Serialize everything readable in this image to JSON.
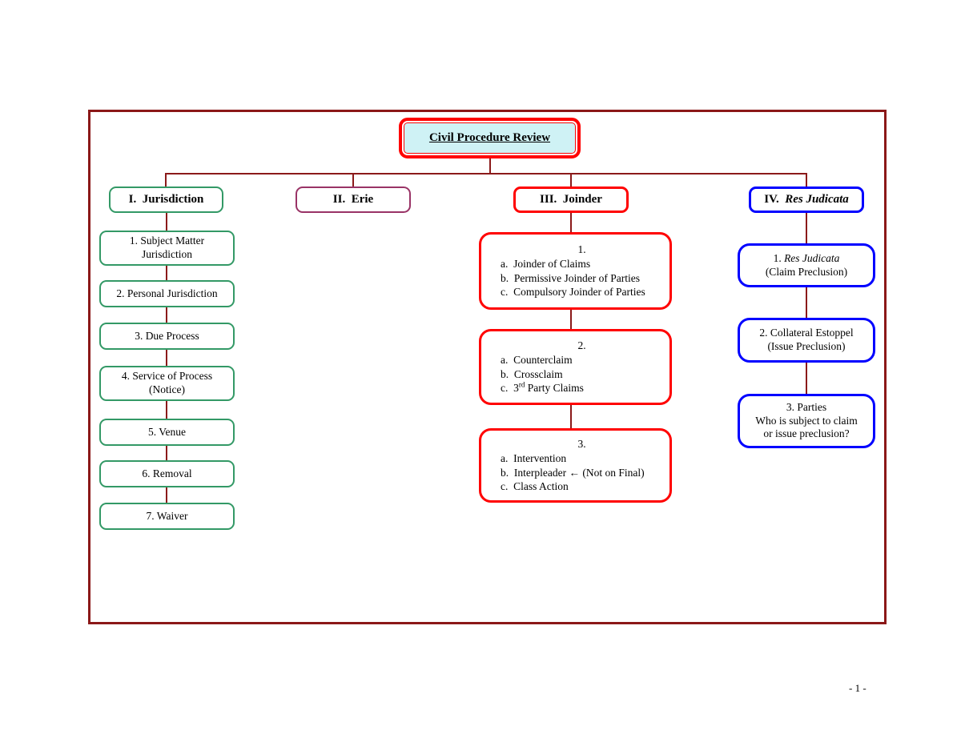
{
  "page": {
    "number_label": "- 1 -"
  },
  "title": {
    "label": "Civil Procedure Review",
    "fill_color": "#CCF2F5",
    "border_color": "#FF0000"
  },
  "connectors": {
    "color": "#8B1A1A"
  },
  "columns": {
    "jurisdiction": {
      "header": "I.  Jurisdiction",
      "border_color": "#339966",
      "items": [
        {
          "lines": [
            "1. Subject Matter",
            "Jurisdiction"
          ]
        },
        {
          "lines": [
            "2. Personal Jurisdiction"
          ]
        },
        {
          "lines": [
            "3. Due Process"
          ]
        },
        {
          "lines": [
            "4. Service of Process",
            "(Notice)"
          ]
        },
        {
          "lines": [
            "5. Venue"
          ]
        },
        {
          "lines": [
            "6. Removal"
          ]
        },
        {
          "lines": [
            "7. Waiver"
          ]
        }
      ]
    },
    "erie": {
      "header": "II.  Erie",
      "border_color": "#993366"
    },
    "joinder": {
      "header": "III.  Joinder",
      "border_color": "#FF0000",
      "groups": [
        {
          "heading": "1.",
          "items": [
            "a.  Joinder of Claims",
            "b.  Permissive Joinder of Parties",
            "c.  Compulsory Joinder of Parties"
          ]
        },
        {
          "heading": "2.",
          "items": [
            "a.  Counterclaim",
            "b.  Crossclaim"
          ],
          "item_c": {
            "pre": "c.  3",
            "sup": "rd",
            "post": " Party Claims"
          }
        },
        {
          "heading": "3.",
          "items": [
            "a.  Intervention",
            "b.  Interpleader ← (Not on Final)",
            "c.  Class Action"
          ]
        }
      ]
    },
    "res_judicata": {
      "header_prefix": "IV.  ",
      "header_italic": "Res Judicata",
      "border_color": "#0000FF",
      "items": [
        {
          "line1_pre": "1. ",
          "line1_italic": "Res Judicata",
          "line2": "(Claim Preclusion)"
        },
        {
          "lines": [
            "2. Collateral Estoppel",
            "(Issue Preclusion)"
          ]
        },
        {
          "lines": [
            "3. Parties",
            "Who is subject to claim",
            "or issue preclusion?"
          ]
        }
      ]
    }
  }
}
